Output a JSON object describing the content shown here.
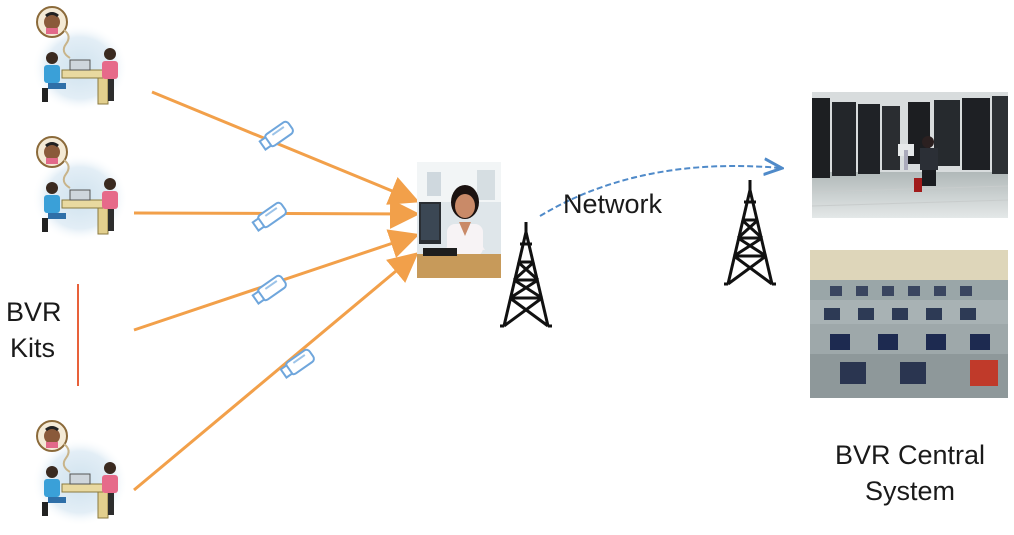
{
  "labels": {
    "bvr": "BVR",
    "kits": "Kits",
    "network": "Network",
    "central_line1": "BVR Central",
    "central_line2": "System"
  },
  "colors": {
    "arrow": "#f2a04a",
    "network_link": "#4f8ac9",
    "bracket": "#e8613a",
    "tower": "#111111",
    "usb": "#6fa6dc"
  },
  "icons": {
    "kit_operator": "bvr-kit-operator-icon",
    "usb": "usb-stick-icon",
    "tower": "radio-tower-icon",
    "agent": "office-operator-photo",
    "datacenter": "server-room-photo",
    "office": "call-center-photo"
  }
}
